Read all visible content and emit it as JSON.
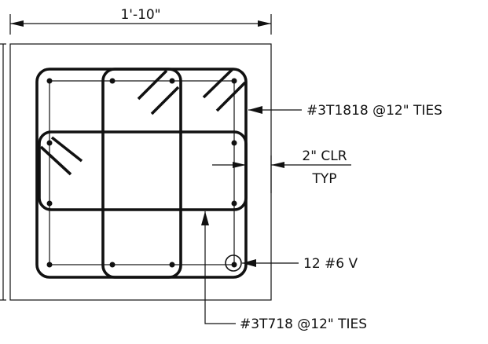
{
  "dimension": {
    "width_label": "1'-10\""
  },
  "callouts": {
    "outer_ties": "#3T1818 @12\" TIES",
    "clear_cover_top": "2\" CLR",
    "clear_cover_bottom": "TYP",
    "vertical_bars": "12 #6 V",
    "inner_ties": "#3T718 @12\" TIES"
  }
}
